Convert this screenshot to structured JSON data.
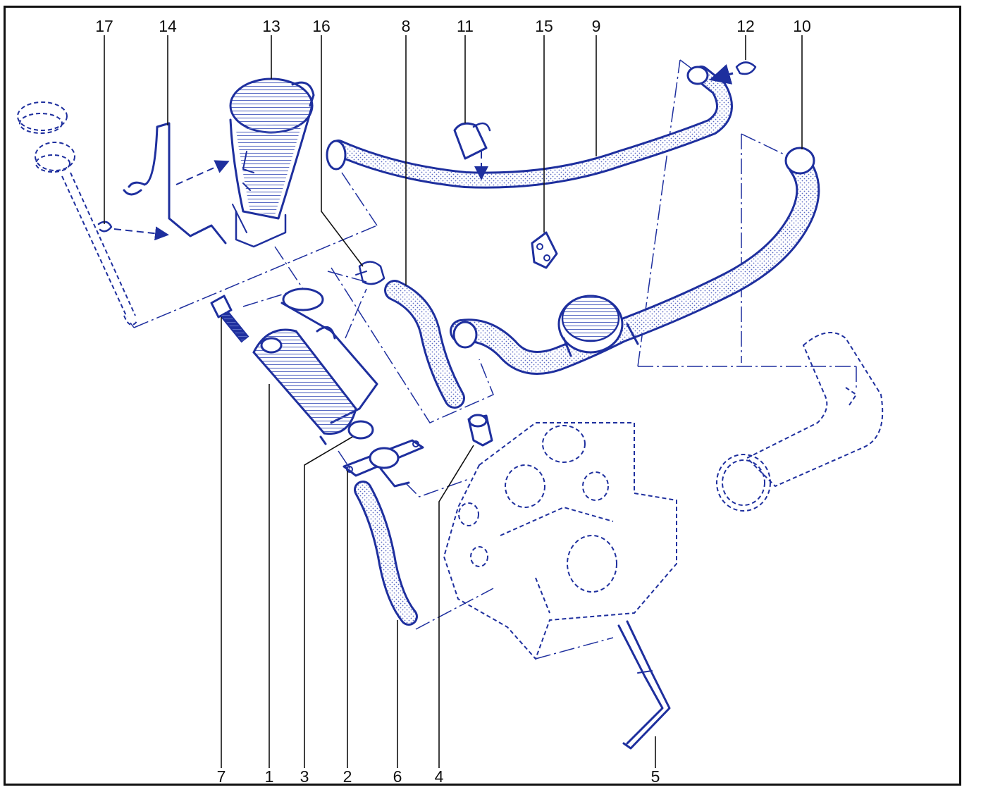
{
  "colors": {
    "line": "#1e2f9e",
    "hatch": "#5b6cc4",
    "label": "#111111",
    "background": "#ffffff"
  },
  "callouts": {
    "top": [
      "17",
      "14",
      "13",
      "16",
      "8",
      "11",
      "15",
      "9",
      "12",
      "10"
    ],
    "bottom": [
      "7",
      "1",
      "3",
      "2",
      "6",
      "4",
      "5"
    ]
  }
}
